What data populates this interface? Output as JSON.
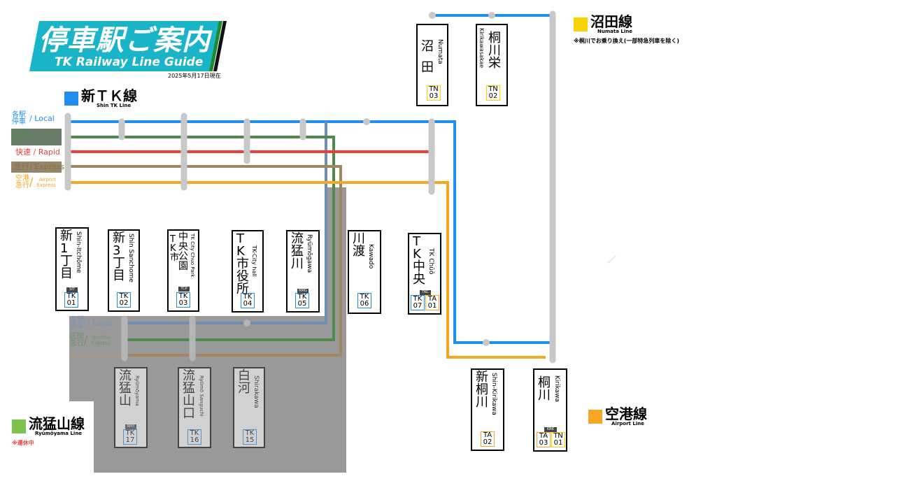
{
  "title": {
    "ja": "停車駅ご案内",
    "en": "TK Railway Line Guide",
    "date": "2025年5月17日現在",
    "accent": "#1ab4c9"
  },
  "colors": {
    "local": "#1e8ff0",
    "section_express": "#4f8a4c",
    "rapid": "#e8413a",
    "express": "#a08660",
    "airport_express": "#f5a623",
    "station_bar": "#c8c8c8",
    "suspended_area": "#999999"
  },
  "lines": {
    "shin_tk": {
      "name": "新ＴＫ線",
      "en": "Shin TK Line",
      "color": "#1e8ff0"
    },
    "numata": {
      "name": "沼田線",
      "en": "Numata Line",
      "color": "#f7d400",
      "note": "※桐川でお乗り換え(一部特急列車を除く)"
    },
    "airport": {
      "name": "空港線",
      "en": "Airport Line",
      "color": "#f5a623"
    },
    "ryumoyama": {
      "name": "流猛山線",
      "en": "Ryūmōyama Line",
      "color": "#7cc24c",
      "note": "※運休中"
    }
  },
  "services": {
    "local": {
      "ja": "各駅停車",
      "ja1": "各駅",
      "ja2": "停車",
      "en": "/ Local"
    },
    "section_express": {
      "ja1": "区間",
      "ja2": "急行",
      "en1": "Section",
      "en2": "Express"
    },
    "rapid": {
      "ja": "快速",
      "en": "/ Rapid"
    },
    "express": {
      "ja": "急行",
      "en": "/ Express"
    },
    "airport_express": {
      "ja1": "空港",
      "ja2": "急行",
      "en1": "Airport",
      "en2": "Express"
    }
  },
  "stations": {
    "tk01": {
      "ja": "新1丁目",
      "en": "Shin-Itchōme",
      "abbr": "SIT",
      "code1": "TK",
      "num1": "01"
    },
    "tk02": {
      "ja": "新3丁目",
      "en": "Shin Sanchome",
      "code1": "TK",
      "num1": "02"
    },
    "tk03": {
      "ja": "中央公園",
      "ja_prefix": "TK市",
      "en": "TK City Chuo Park",
      "abbr": "TCP",
      "code1": "TK",
      "num1": "03"
    },
    "tk04": {
      "ja": "TK市役所",
      "en": "TK-City hall",
      "code1": "TK",
      "num1": "04"
    },
    "tk05": {
      "ja": "流猛川",
      "en": "Ryūmōgawa",
      "abbr": "RMG",
      "code1": "TK",
      "num1": "05"
    },
    "tk06": {
      "ja": "川渡",
      "en": "Kawado",
      "code1": "TK",
      "num1": "06"
    },
    "tk07": {
      "ja": "TK中央",
      "en": "TK Chūō",
      "abbr": "TKC",
      "code1": "TK",
      "num1": "07",
      "code2": "TA",
      "num2": "01"
    },
    "tk17": {
      "ja": "流猛山",
      "en": "Ryūmōyama",
      "abbr": "RMY",
      "code1": "TK",
      "num1": "17"
    },
    "tk16": {
      "ja": "流猛山口",
      "en": "Ryūmō Sanguchi",
      "code1": "TK",
      "num1": "16"
    },
    "tk15": {
      "ja": "白河",
      "en": "Shirakawa",
      "code1": "TK",
      "num1": "15"
    },
    "tn03": {
      "ja": "沼田",
      "en": "Numata",
      "code1": "TN",
      "num1": "03"
    },
    "tn02": {
      "ja": "桐川栄",
      "en": "Kirikawasakae",
      "code1": "TN",
      "num1": "02"
    },
    "ta02": {
      "ja": "新桐川",
      "en": "Shin-Kirikawa",
      "code1": "TA",
      "num1": "02"
    },
    "ta03": {
      "ja": "桐川",
      "en": "Kirikawa",
      "abbr": "KRK",
      "code1": "TA",
      "num1": "03",
      "code2": "TN",
      "num2": "01"
    }
  }
}
